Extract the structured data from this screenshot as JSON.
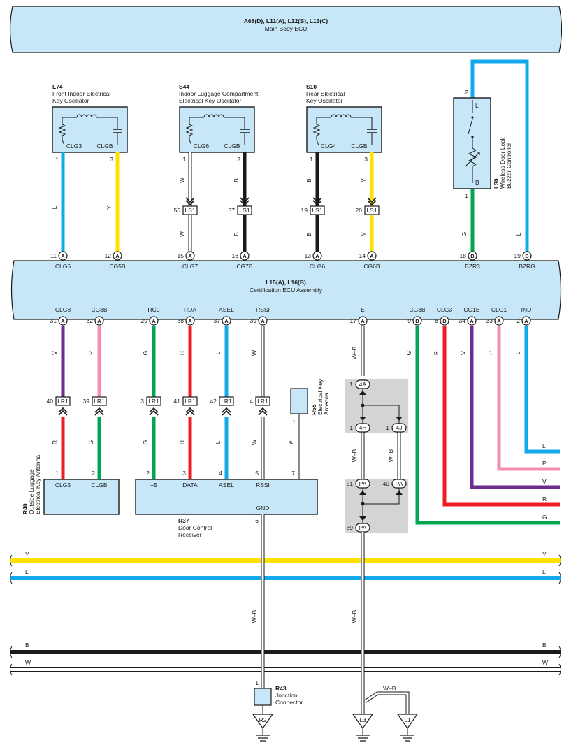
{
  "main_body_ecu": {
    "code": "A68(D), L11(A), L12(B), L13(C)",
    "name": "Main Body ECU"
  },
  "cert_ecu": {
    "code": "L15(A), L16(B)",
    "name": "Certification ECU Assembly"
  },
  "oscillators": [
    {
      "id": "L74",
      "line1": "Front Indoor Electrical",
      "line2": "Key Oscillator",
      "left": "CLG3",
      "right": "CLGB",
      "pin_l": "1",
      "pin_r": "3"
    },
    {
      "id": "S44",
      "line1": "Indoor Luggage Compartment",
      "line2": "Electrical Key Oscillator",
      "left": "CLG6",
      "right": "CLGB",
      "pin_l": "1",
      "pin_r": "3"
    },
    {
      "id": "S10",
      "line1": "Rear Electrical",
      "line2": "Key Oscillator",
      "left": "CLG4",
      "right": "CLGB",
      "pin_l": "1",
      "pin_r": "3"
    }
  ],
  "buzzer": {
    "id": "L30",
    "line1": "Wireless Door Lock",
    "line2": "Buzzer Controller",
    "pin_top": "2",
    "pin_bottom": "1",
    "inner_top": "L",
    "inner_bottom": "B"
  },
  "r40": {
    "id": "R40",
    "line1": "Outside Luggage",
    "line2": "Electrical Key Antenna",
    "pins": [
      "1",
      "2"
    ],
    "labels": [
      "CLG5",
      "CLGB"
    ]
  },
  "r37": {
    "id": "R37",
    "line1": "Door Control",
    "line2": "Receiver",
    "pins": [
      "2",
      "3",
      "4",
      "5",
      "7"
    ],
    "labels": [
      "+5",
      "DATA",
      "ASEL",
      "RSSI"
    ],
    "gnd": "GND",
    "gnd_pin": "6"
  },
  "r55": {
    "id": "R55",
    "line1": "Electrical Key",
    "line2": "Antenna",
    "pin": "1"
  },
  "r43": {
    "id": "R43",
    "line1": "Junction",
    "line2": "Connector",
    "pin": "1"
  },
  "ecu_top_pins": [
    {
      "num": "11",
      "letter": "A",
      "name": "CLG5"
    },
    {
      "num": "12",
      "letter": "A",
      "name": "CG5B"
    },
    {
      "num": "15",
      "letter": "A",
      "name": "CLG7"
    },
    {
      "num": "16",
      "letter": "A",
      "name": "CG7B"
    },
    {
      "num": "13",
      "letter": "A",
      "name": "CLG6"
    },
    {
      "num": "14",
      "letter": "A",
      "name": "CG6B"
    },
    {
      "num": "18",
      "letter": "B",
      "name": "BZR3"
    },
    {
      "num": "19",
      "letter": "B",
      "name": "BZRG"
    }
  ],
  "ecu_bottom_pins": [
    {
      "num": "31",
      "letter": "A",
      "name": "CLG8"
    },
    {
      "num": "32",
      "letter": "A",
      "name": "CG8B"
    },
    {
      "num": "29",
      "letter": "A",
      "name": "RC0"
    },
    {
      "num": "38",
      "letter": "A",
      "name": "RDA"
    },
    {
      "num": "37",
      "letter": "A",
      "name": "ASEL"
    },
    {
      "num": "39",
      "letter": "A",
      "name": "RSSI"
    },
    {
      "num": "17",
      "letter": "A",
      "name": "E"
    },
    {
      "num": "9",
      "letter": "B",
      "name": "CG3B"
    },
    {
      "num": "8",
      "letter": "B",
      "name": "CLG3"
    },
    {
      "num": "34",
      "letter": "A",
      "name": "CG1B"
    },
    {
      "num": "33",
      "letter": "A",
      "name": "CLG1"
    },
    {
      "num": "2",
      "letter": "A",
      "name": "IND"
    }
  ],
  "top_wire_codes": [
    "L",
    "Y",
    "W",
    "W",
    "B",
    "B",
    "B",
    "B",
    "Y",
    "Y",
    "G",
    "L"
  ],
  "top_connectors": [
    {
      "num": "56",
      "name": "LS1"
    },
    {
      "num": "57",
      "name": "LS1"
    },
    {
      "num": "19",
      "name": "LS1"
    },
    {
      "num": "20",
      "name": "LS1"
    }
  ],
  "bottom_wire_codes": [
    "V",
    "P",
    "G",
    "R",
    "L",
    "W",
    "W–B",
    "G",
    "R",
    "V",
    "P",
    "L"
  ],
  "lr1_connectors": [
    {
      "num": "40",
      "name": "LR1"
    },
    {
      "num": "39",
      "name": "LR1"
    },
    {
      "num": "3",
      "name": "LR1"
    },
    {
      "num": "41",
      "name": "LR1"
    },
    {
      "num": "42",
      "name": "LR1"
    },
    {
      "num": "4",
      "name": "LR1"
    }
  ],
  "lr1_lower_codes": [
    "R",
    "G",
    "G",
    "R",
    "L",
    "W",
    "#"
  ],
  "junctions": {
    "a4": "4A",
    "h4": "4H",
    "j4": "4J",
    "pa": "PA",
    "pin1": "1",
    "pin51": "51",
    "pin40": "40",
    "pin39": "39"
  },
  "mid_wire_codes": [
    "W–B",
    "W–B"
  ],
  "side_wire_codes": [
    "L",
    "P",
    "V",
    "R",
    "G"
  ],
  "bus_lines": [
    {
      "code": "Y",
      "color": "#ffe100"
    },
    {
      "code": "L",
      "color": "#12a8ea"
    },
    {
      "code": "B",
      "color": "#1a1a1a"
    },
    {
      "code": "W",
      "color": "#ffffff"
    }
  ],
  "lower_wire_codes": [
    "W–B",
    "W–B",
    "W–B"
  ],
  "grounds": [
    "R2",
    "L3",
    "L1"
  ],
  "wire_colors": {
    "L": "#12a8ea",
    "Y": "#ffe100",
    "W": "#ffffff",
    "B": "#1a1a1a",
    "G": "#00a651",
    "R": "#ee1c25",
    "V": "#6c2d91",
    "P": "#f38db5"
  }
}
